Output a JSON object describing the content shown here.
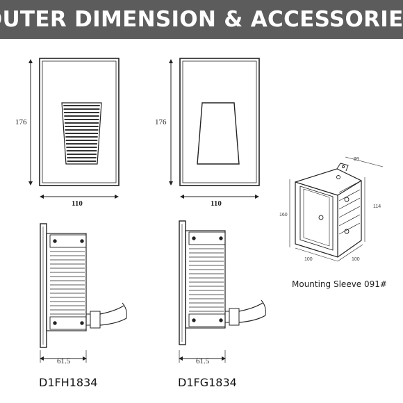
{
  "banner": {
    "title": "OUTER DIMENSION & ACCESSORIES"
  },
  "colors": {
    "banner_bg": "#5c5c5c",
    "line": "#222222"
  },
  "front_left": {
    "height_label": "176",
    "width_label": "110"
  },
  "front_right": {
    "height_label": "176",
    "width_label": "110"
  },
  "side_left": {
    "depth_label": "61.5",
    "model": "D1FH1834"
  },
  "side_right": {
    "depth_label": "61.5",
    "model": "D1FG1834"
  },
  "sleeve": {
    "top_label": "99",
    "right_label": "114",
    "left_label": "160",
    "bottom_left_label": "100",
    "bottom_right_label": "100",
    "caption": "Mounting Sleeve 091#"
  }
}
